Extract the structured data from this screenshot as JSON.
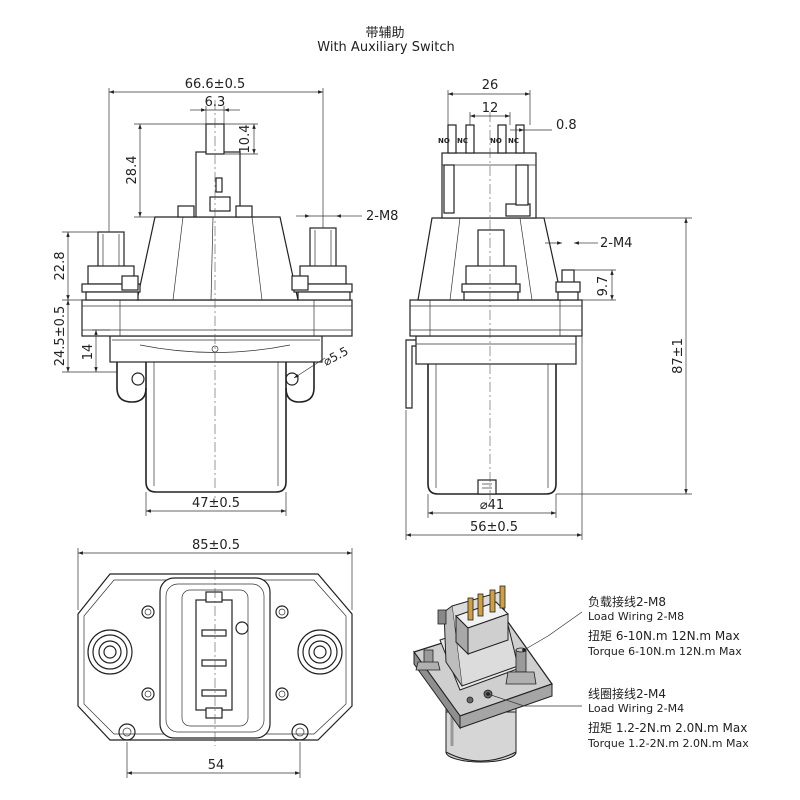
{
  "title": {
    "cn": "带辅助",
    "en": "With Auxiliary Switch"
  },
  "front_view": {
    "overall_width": "66.6±0.5",
    "terminal_width": "6.3",
    "terminal_height": "10.4",
    "aux_height": "28.4",
    "stud_height": "22.8",
    "flange_height": "24.5±0.5",
    "flange_offset": "14",
    "hole_dia": "⌀5.5",
    "coil_width": "47±0.5",
    "stud_thread": "2-M8"
  },
  "side_view": {
    "aux_width": "26",
    "aux_pitch": "12",
    "aux_gap": "0.8",
    "aux_labels": [
      "NO",
      "NC",
      "NO",
      "NC"
    ],
    "coil_thread": "2-M4",
    "coil_stud_height": "9.7",
    "overall_height": "87±1",
    "coil_dia": "⌀41",
    "base_width": "56±0.5"
  },
  "bottom_view": {
    "overall_length": "85±0.5",
    "hole_pitch": "54"
  },
  "notes": {
    "load_wiring_cn": "负载接线2-M8",
    "load_wiring_en": "Load Wiring 2-M8",
    "load_torque_cn": "扭矩 6-10N.m  12N.m Max",
    "load_torque_en": "Torque 6-10N.m  12N.m Max",
    "coil_wiring_cn": "线圈接线2-M4",
    "coil_wiring_en": "Load Wiring 2-M4",
    "coil_torque_cn": "扭矩 1.2-2N.m  2.0N.m Max",
    "coil_torque_en": "Torque 1.2-2N.m  2.0N.m Max"
  }
}
